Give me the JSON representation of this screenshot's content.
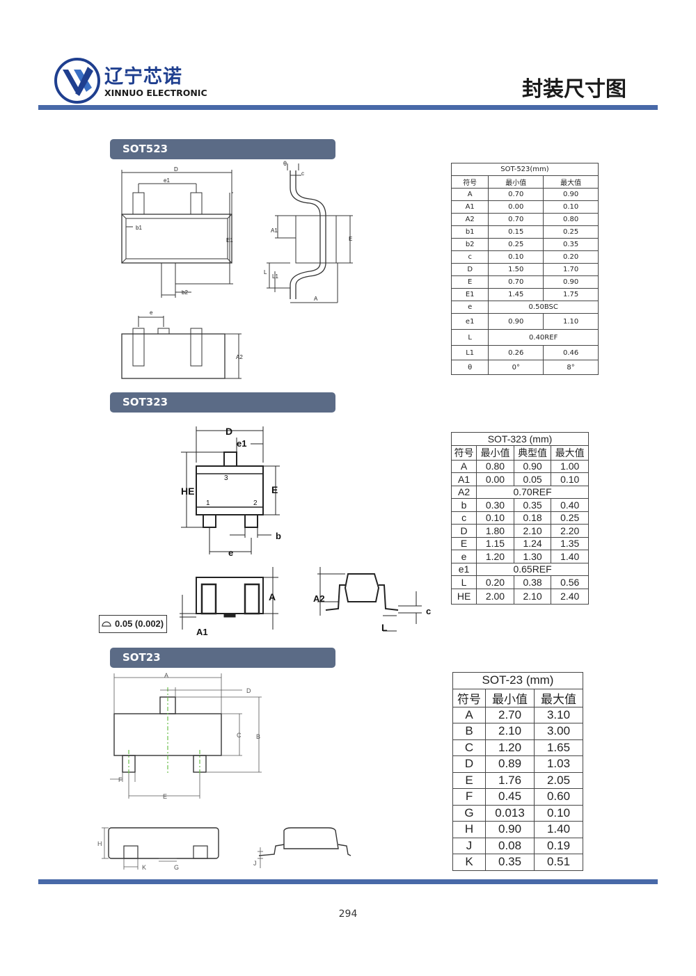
{
  "header": {
    "brand_cn": "辽宁芯诺",
    "brand_en": "XINNUO ELECTRONIC",
    "page_title": "封装尺寸图"
  },
  "sections": [
    {
      "title": "SOT523"
    },
    {
      "title": "SOT323"
    },
    {
      "title": "SOT23"
    }
  ],
  "sot523": {
    "caption": "SOT-523(mm)",
    "headers": [
      "符号",
      "最小值",
      "最大值"
    ],
    "rows": [
      {
        "sym": "A",
        "min": "0.70",
        "max": "0.90"
      },
      {
        "sym": "A1",
        "min": "0.00",
        "max": "0.10"
      },
      {
        "sym": "A2",
        "min": "0.70",
        "max": "0.80"
      },
      {
        "sym": "b1",
        "min": "0.15",
        "max": "0.25"
      },
      {
        "sym": "b2",
        "min": "0.25",
        "max": "0.35"
      },
      {
        "sym": "c",
        "min": "0.10",
        "max": "0.20"
      },
      {
        "sym": "D",
        "min": "1.50",
        "max": "1.70"
      },
      {
        "sym": "E",
        "min": "0.70",
        "max": "0.90"
      },
      {
        "sym": "E1",
        "min": "1.45",
        "max": "1.75"
      },
      {
        "sym": "e",
        "span": "0.50BSC"
      },
      {
        "sym": "e1",
        "min": "0.90",
        "max": "1.10"
      },
      {
        "sym": "L",
        "span": "0.40REF"
      },
      {
        "sym": "L1",
        "min": "0.26",
        "max": "0.46"
      },
      {
        "sym": "θ",
        "min": "0°",
        "max": "8°"
      }
    ],
    "drawing_labels": {
      "D": "D",
      "e1": "e1",
      "b1": "b1",
      "b2": "b2",
      "E1": "E1",
      "theta": "θ",
      "c": "c",
      "A1": "A1",
      "E": "E",
      "L": "L",
      "L1": "L1",
      "A": "A",
      "e": "e",
      "A2": "A2"
    }
  },
  "sot323": {
    "caption": "SOT-323 (mm)",
    "headers": [
      "符号",
      "最小值",
      "典型值",
      "最大值"
    ],
    "rows": [
      {
        "sym": "A",
        "min": "0.80",
        "typ": "0.90",
        "max": "1.00"
      },
      {
        "sym": "A1",
        "min": "0.00",
        "typ": "0.05",
        "max": "0.10"
      },
      {
        "sym": "A2",
        "span": "0.70REF"
      },
      {
        "sym": "b",
        "min": "0.30",
        "typ": "0.35",
        "max": "0.40"
      },
      {
        "sym": "c",
        "min": "0.10",
        "typ": "0.18",
        "max": "0.25"
      },
      {
        "sym": "D",
        "min": "1.80",
        "typ": "2.10",
        "max": "2.20"
      },
      {
        "sym": "E",
        "min": "1.15",
        "typ": "1.24",
        "max": "1.35"
      },
      {
        "sym": "e",
        "min": "1.20",
        "typ": "1.30",
        "max": "1.40"
      },
      {
        "sym": "e1",
        "span": "0.65REF"
      },
      {
        "sym": "L",
        "min": "0.20",
        "typ": "0.38",
        "max": "0.56"
      },
      {
        "sym": "HE",
        "min": "2.00",
        "typ": "2.10",
        "max": "2.40"
      }
    ],
    "tolerance": "0.05 (0.002)",
    "drawing_labels": {
      "D": "D",
      "e1": "e1",
      "HE": "HE",
      "E": "E",
      "pin3": "3",
      "pin1": "1",
      "pin2": "2",
      "b": "b",
      "e": "e",
      "A": "A",
      "A1": "A1",
      "A2": "A2",
      "L": "L",
      "c": "c"
    }
  },
  "sot23": {
    "caption": "SOT-23 (mm)",
    "headers": [
      "符号",
      "最小值",
      "最大值"
    ],
    "rows": [
      {
        "sym": "A",
        "min": "2.70",
        "max": "3.10"
      },
      {
        "sym": "B",
        "min": "2.10",
        "max": "3.00"
      },
      {
        "sym": "C",
        "min": "1.20",
        "max": "1.65"
      },
      {
        "sym": "D",
        "min": "0.89",
        "max": "1.03"
      },
      {
        "sym": "E",
        "min": "1.76",
        "max": "2.05"
      },
      {
        "sym": "F",
        "min": "0.45",
        "max": "0.60"
      },
      {
        "sym": "G",
        "min": "0.013",
        "max": "0.10"
      },
      {
        "sym": "H",
        "min": "0.90",
        "max": "1.40"
      },
      {
        "sym": "J",
        "min": "0.08",
        "max": "0.19"
      },
      {
        "sym": "K",
        "min": "0.35",
        "max": "0.51"
      }
    ],
    "drawing_labels": {
      "A": "A",
      "D": "D",
      "C": "C",
      "B": "B",
      "F": "F",
      "E": "E",
      "H": "H",
      "K": "K",
      "G": "G",
      "J": "J"
    }
  },
  "page_number": "294",
  "colors": {
    "brand_blue": "#1f3f8f",
    "rule_blue": "#4869a8",
    "section_bar": "#5b6b86",
    "centerline_green": "#6abf4b"
  }
}
